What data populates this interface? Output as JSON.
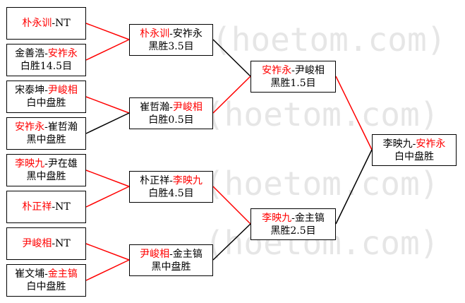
{
  "colors": {
    "winner": "#ff0000",
    "text": "#000000",
    "winner_line": "#ff0000",
    "loser_line": "#000000"
  },
  "watermark": "(hoetom.com)",
  "boxes": {
    "r1_1": {
      "players": [
        {
          "name": "朴永训",
          "win": true
        },
        {
          "name": "NT",
          "win": false
        }
      ],
      "result": ""
    },
    "r1_2": {
      "players": [
        {
          "name": "金善浩",
          "win": false
        },
        {
          "name": "安祚永",
          "win": true
        }
      ],
      "result": "白胜14.5目"
    },
    "r1_3": {
      "players": [
        {
          "name": "宋泰坤",
          "win": false
        },
        {
          "name": "尹峻相",
          "win": true
        }
      ],
      "result": "白中盘胜"
    },
    "r1_4": {
      "players": [
        {
          "name": "安祚永",
          "win": true
        },
        {
          "name": "崔哲瀚",
          "win": false
        }
      ],
      "result": "黑中盘胜"
    },
    "r1_5": {
      "players": [
        {
          "name": "李映九",
          "win": true
        },
        {
          "name": "尹在雄",
          "win": false
        }
      ],
      "result": "黑中盘胜"
    },
    "r1_6": {
      "players": [
        {
          "name": "朴正祥",
          "win": true
        },
        {
          "name": "NT",
          "win": false
        }
      ],
      "result": ""
    },
    "r1_7": {
      "players": [
        {
          "name": "尹峻相",
          "win": true
        },
        {
          "name": "NT",
          "win": false
        }
      ],
      "result": ""
    },
    "r1_8": {
      "players": [
        {
          "name": "崔文埔",
          "win": false
        },
        {
          "name": "金主镐",
          "win": true
        }
      ],
      "result": "白中盘胜"
    },
    "r2_1": {
      "players": [
        {
          "name": "朴永训",
          "win": false
        },
        {
          "name": "安祚永",
          "win": true
        }
      ],
      "result": "黑胜3.5目"
    },
    "r2_2": {
      "players": [
        {
          "name": "崔哲瀚",
          "win": false
        },
        {
          "name": "尹峻相",
          "win": true
        }
      ],
      "result": "白胜0.5目"
    },
    "r2_3": {
      "players": [
        {
          "name": "朴正祥",
          "win": false
        },
        {
          "name": "李映九",
          "win": true
        }
      ],
      "result": "白胜4.5目"
    },
    "r2_4": {
      "players": [
        {
          "name": "尹峻相",
          "win": true
        },
        {
          "name": "金主镐",
          "win": false
        }
      ],
      "result": "黑中盘胜"
    },
    "r3_1": {
      "players": [
        {
          "name": "安祚永",
          "win": true
        },
        {
          "name": "尹峻相",
          "win": false
        }
      ],
      "result": "黑胜1.5目"
    },
    "r3_2": {
      "players": [
        {
          "name": "李映九",
          "win": true
        },
        {
          "name": "金主镐",
          "win": false
        }
      ],
      "result": "黑胜2.5目"
    },
    "final": {
      "players": [
        {
          "name": "李映九",
          "win": false
        },
        {
          "name": "安祚永",
          "win": true
        }
      ],
      "result": "白中盘胜"
    }
  }
}
